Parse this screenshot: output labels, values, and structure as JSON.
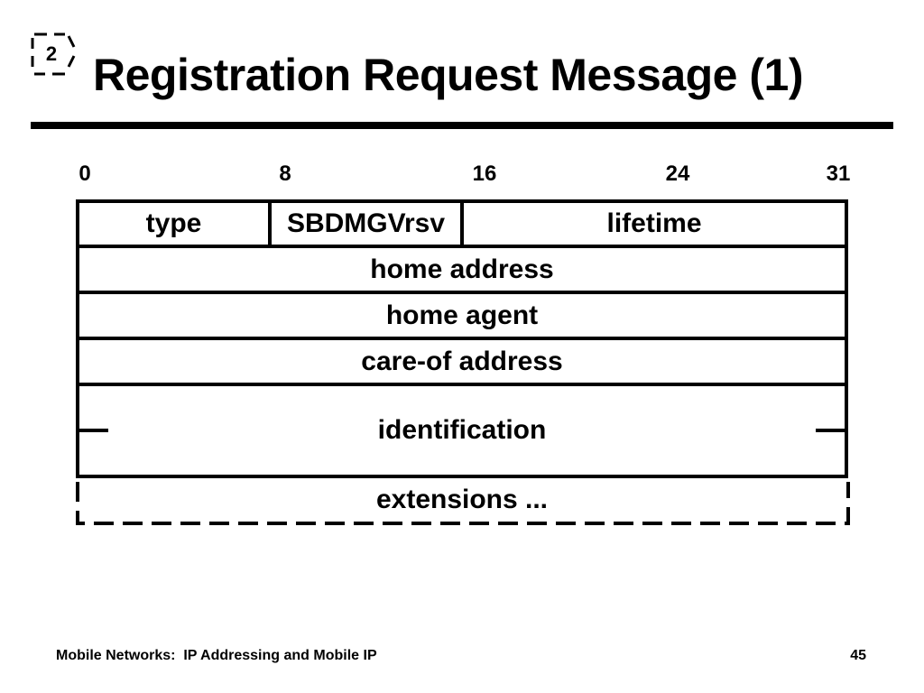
{
  "slide": {
    "badge_number": "2",
    "title": "Registration Request Message (1)"
  },
  "bit_scale": [
    "0",
    "8",
    "16",
    "24",
    "31"
  ],
  "fields": {
    "type": "type",
    "flags": "SBDMGVrsv",
    "lifetime": "lifetime",
    "home_address": "home address",
    "home_agent": "home agent",
    "care_of_address": "care-of address",
    "identification": "identification",
    "extensions": "extensions ..."
  },
  "footer": {
    "left": "Mobile Networks:  IP Addressing and Mobile IP",
    "page_number": "45"
  }
}
